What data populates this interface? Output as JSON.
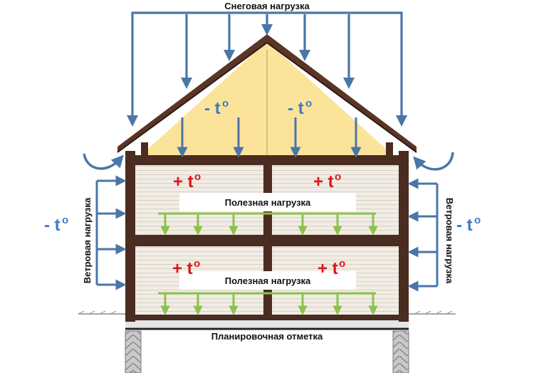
{
  "labels": {
    "snow_load": "Снеговая нагрузка",
    "wind_load_left": "Ветровая нагрузка",
    "wind_load_right": "Ветровая нагрузка",
    "useful_load_upper": "Полезная нагрузка",
    "useful_load_lower": "Полезная нагрузка",
    "grade_mark": "Планировочная отметка"
  },
  "temperatures": {
    "attic_left": "- t",
    "attic_right": "- t",
    "room_upper_left": "+ t",
    "room_upper_right": "+ t",
    "room_lower_left": "+ t",
    "room_lower_right": "+ t",
    "outside_left": "- t",
    "outside_right": "- t",
    "degree_symbol": "o"
  },
  "colors": {
    "load_arrow": "#4a76a8",
    "useful_load_arrow": "#8cc24a",
    "positive_temp": "#d9161c",
    "negative_temp": "#3d7cc2",
    "attic_fill": "#fbe39a",
    "wall": "#4b2c20",
    "room_fill": "#efe9df"
  }
}
